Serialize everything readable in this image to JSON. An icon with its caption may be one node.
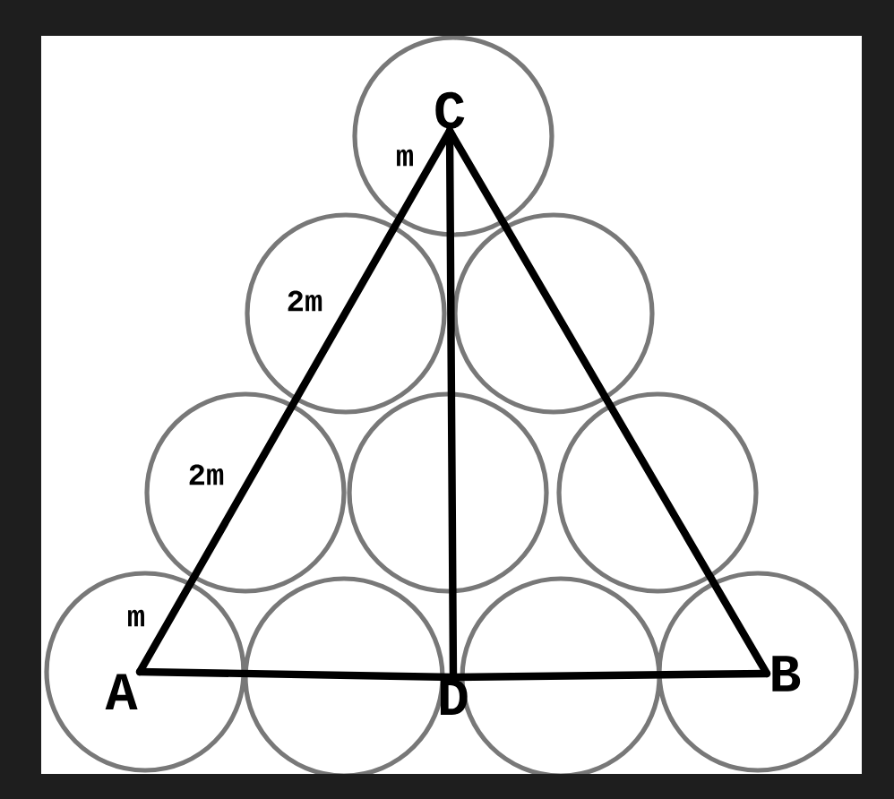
{
  "diagram": {
    "nodes": [
      {
        "text": [
          "C"
        ]
      },
      {
        "text": [
          "A"
        ]
      },
      {
        "text": [
          "B"
        ]
      },
      {
        "text": [
          "D"
        ]
      }
    ],
    "edges": [
      {
        "from": 0,
        "to": 1,
        "arrow": "none"
      },
      {
        "from": 0,
        "to": 2,
        "arrow": "none"
      },
      {
        "from": 1,
        "to": 3,
        "arrow": "none"
      },
      {
        "from": 3,
        "to": 2,
        "arrow": "none"
      },
      {
        "from": 0,
        "to": 3,
        "arrow": "none"
      }
    ],
    "labels": [
      "m",
      "2m",
      "2m",
      "m"
    ]
  }
}
